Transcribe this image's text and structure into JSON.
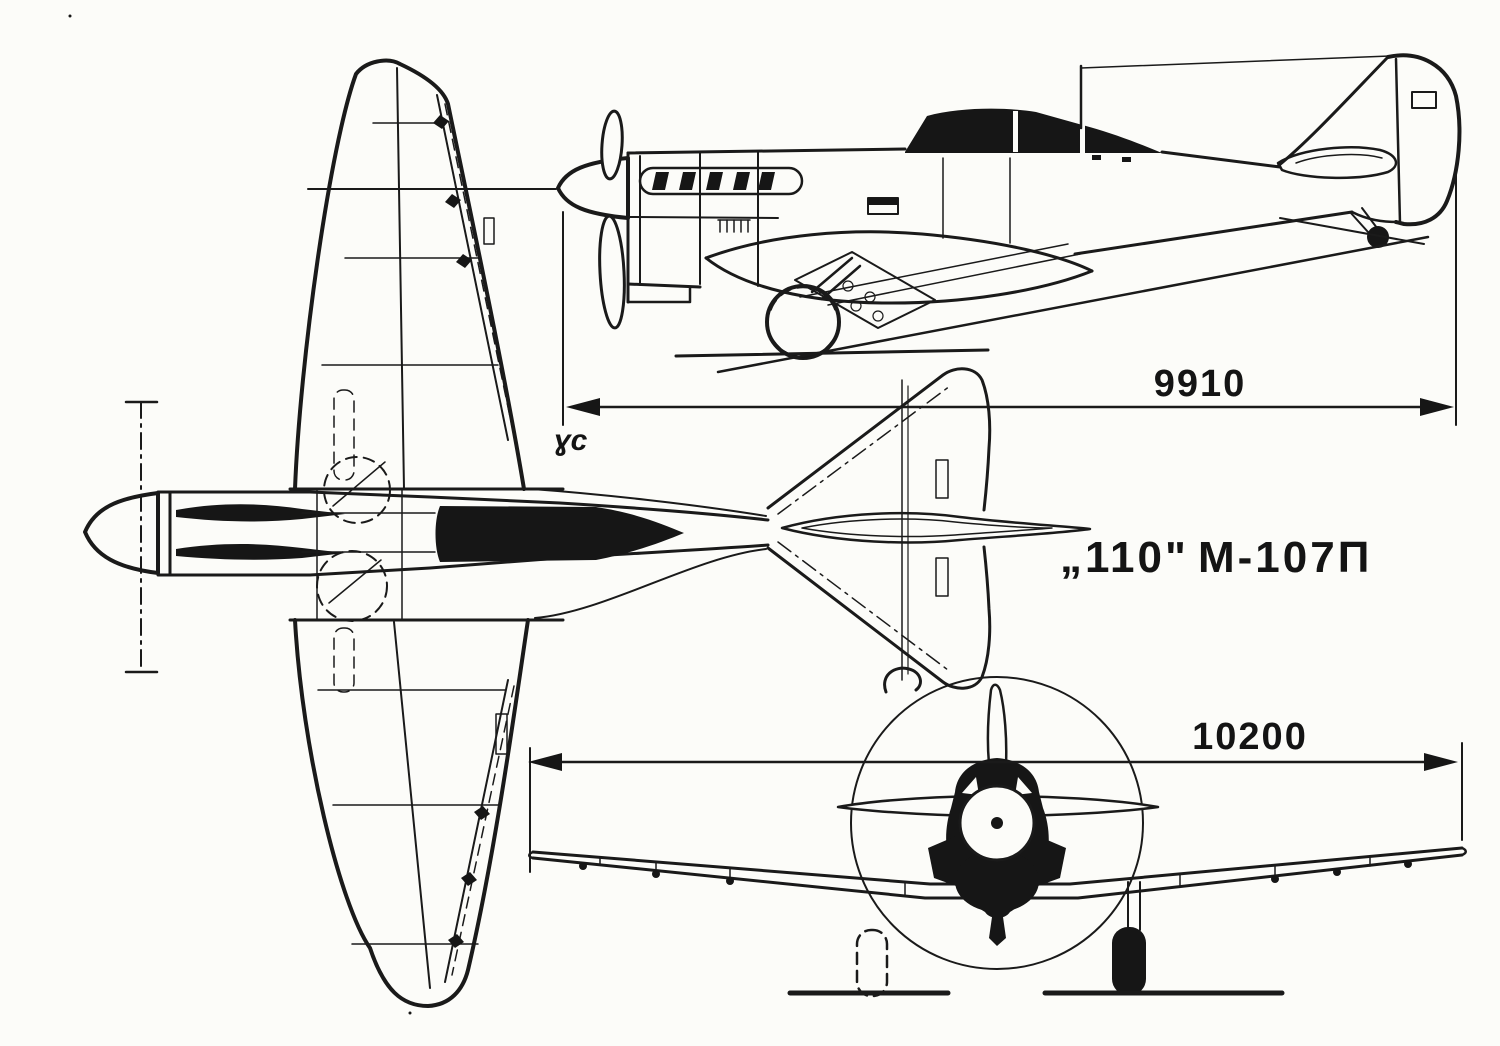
{
  "drawing": {
    "title_designation": "„110\"",
    "title_engine": "М-107П",
    "length_dimension": "9910",
    "wingspan_dimension": "10200",
    "axis_annotation": "ɣc"
  },
  "colors": {
    "ink": "#1a1a1a",
    "paper": "#fcfcf9"
  },
  "views": {
    "top_view": "aircraft-plan-view",
    "side_view": "aircraft-side-profile-view",
    "front_view": "aircraft-front-view"
  }
}
